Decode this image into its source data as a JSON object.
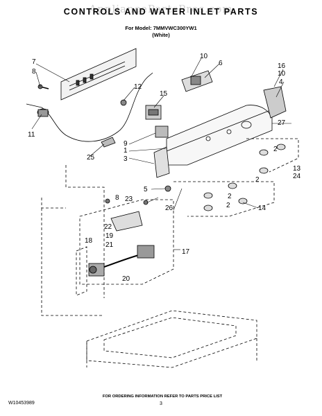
{
  "header": {
    "watermark": "AppliancePartsPros.com",
    "title": "CONTROLS AND WATER INLET PARTS",
    "model": "For Model: 7MMVWC300YW1",
    "color": "(White)"
  },
  "callouts": {
    "c7": "7",
    "c8a": "8",
    "c11": "11",
    "c12": "12",
    "c25": "25",
    "c10a": "10",
    "c6": "6",
    "c16": "16",
    "c10b": "10",
    "c4": "4",
    "c15": "15",
    "c27": "27",
    "c9": "9",
    "c1": "1",
    "c3": "3",
    "c2a": "2",
    "c13": "13",
    "c24": "24",
    "c2b": "2",
    "c5": "5",
    "c26": "26",
    "c2c": "2",
    "c2d": "2",
    "c14": "14",
    "c8b": "8",
    "c23": "23",
    "c22": "22",
    "c18": "18",
    "c19": "19",
    "c21": "21",
    "c17": "17",
    "c20": "20"
  },
  "footer": {
    "doc_number": "W10453989",
    "order_note": "FOR ORDERING INFORMATION REFER TO PARTS PRICE LIST",
    "page": "3"
  }
}
